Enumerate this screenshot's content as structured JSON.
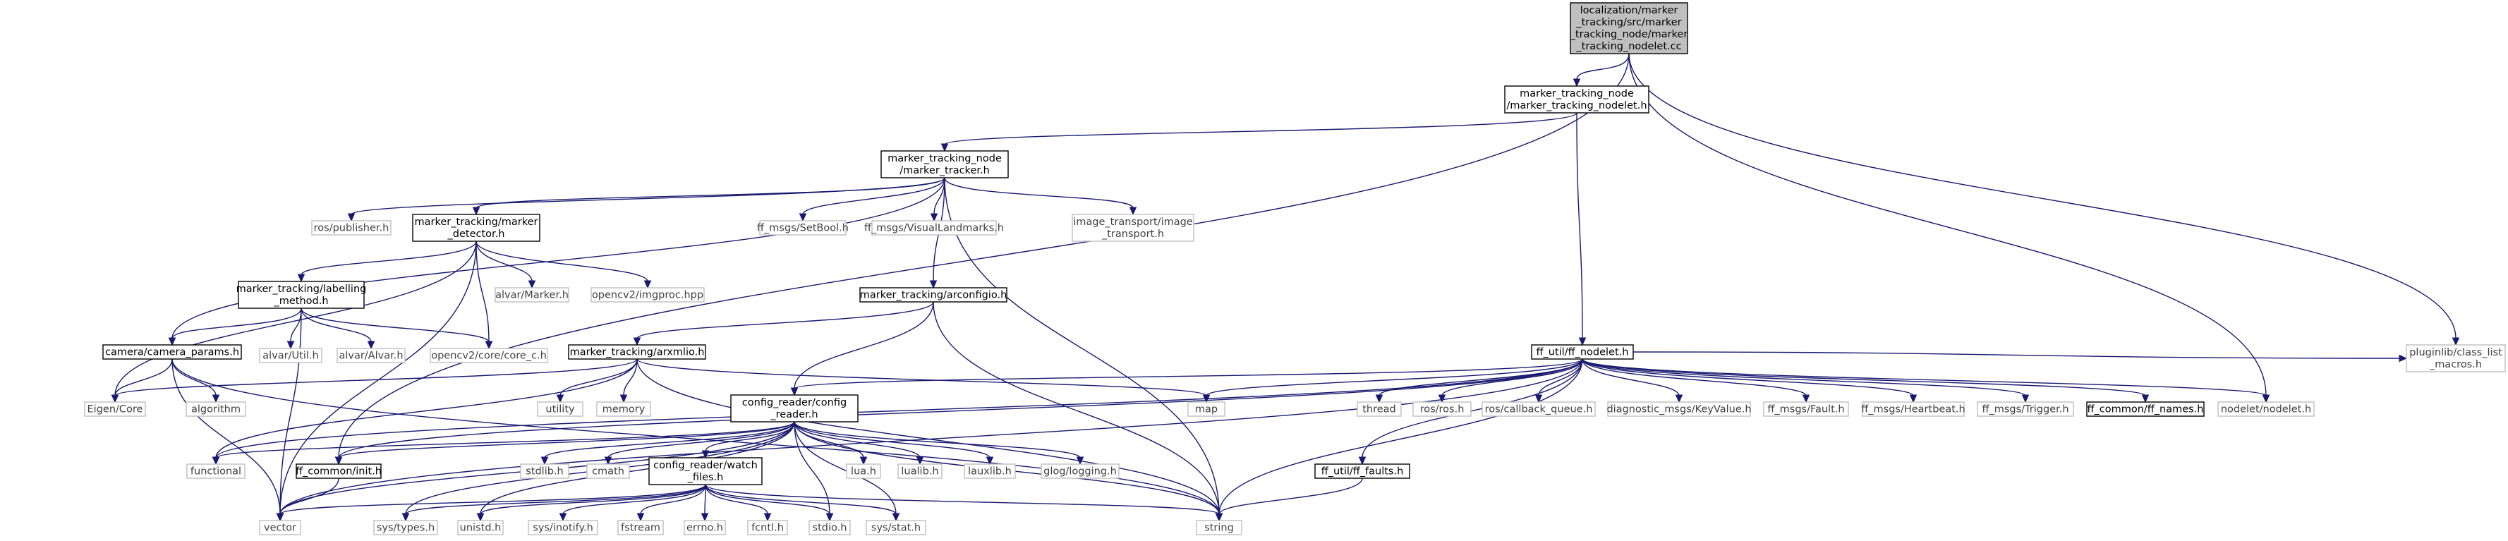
{
  "colors": {
    "edge": "#191970",
    "root_fill": "#bfbfbf",
    "file_border": "#000000",
    "external_border": "#bfbfbf",
    "external_text": "#404040",
    "file_text": "#000000"
  },
  "nodes": [
    {
      "id": "root",
      "lines": [
        "localization/marker",
        "_tracking/src/marker",
        "_tracking_node/marker",
        "_tracking_nodelet.cc"
      ],
      "kind": "root"
    },
    {
      "id": "nodelet_h",
      "lines": [
        "marker_tracking_node",
        "/marker_tracking_nodelet.h"
      ],
      "kind": "file"
    },
    {
      "id": "tracker_h",
      "lines": [
        "marker_tracking_node",
        "/marker_tracker.h"
      ],
      "kind": "file"
    },
    {
      "id": "ros_publisher",
      "lines": [
        "ros/publisher.h"
      ],
      "kind": "ext"
    },
    {
      "id": "detector_h",
      "lines": [
        "marker_tracking/marker",
        "_detector.h"
      ],
      "kind": "file"
    },
    {
      "id": "setbool",
      "lines": [
        "ff_msgs/SetBool.h"
      ],
      "kind": "ext"
    },
    {
      "id": "visuallandmarks",
      "lines": [
        "ff_msgs/VisualLandmarks.h"
      ],
      "kind": "ext"
    },
    {
      "id": "image_transport",
      "lines": [
        "image_transport/image",
        "_transport.h"
      ],
      "kind": "ext"
    },
    {
      "id": "labelling_h",
      "lines": [
        "marker_tracking/labelling",
        "_method.h"
      ],
      "kind": "file"
    },
    {
      "id": "alvar_marker",
      "lines": [
        "alvar/Marker.h"
      ],
      "kind": "ext"
    },
    {
      "id": "opencv_imgproc",
      "lines": [
        "opencv2/imgproc.hpp"
      ],
      "kind": "ext"
    },
    {
      "id": "arconfigio_h",
      "lines": [
        "marker_tracking/arconfigio.h"
      ],
      "kind": "file"
    },
    {
      "id": "alvar_util",
      "lines": [
        "alvar/Util.h"
      ],
      "kind": "ext"
    },
    {
      "id": "alvar_alvar",
      "lines": [
        "alvar/Alvar.h"
      ],
      "kind": "ext"
    },
    {
      "id": "camera_params",
      "lines": [
        "camera/camera_params.h"
      ],
      "kind": "file"
    },
    {
      "id": "opencv_core",
      "lines": [
        "opencv2/core/core_c.h"
      ],
      "kind": "ext"
    },
    {
      "id": "arxmlio_h",
      "lines": [
        "marker_tracking/arxmlio.h"
      ],
      "kind": "file"
    },
    {
      "id": "ff_nodelet_h",
      "lines": [
        "ff_util/ff_nodelet.h"
      ],
      "kind": "file"
    },
    {
      "id": "pluginlib",
      "lines": [
        "pluginlib/class_list",
        "_macros.h"
      ],
      "kind": "ext"
    },
    {
      "id": "eigen_core",
      "lines": [
        "Eigen/Core"
      ],
      "kind": "ext"
    },
    {
      "id": "algorithm",
      "lines": [
        "algorithm"
      ],
      "kind": "ext"
    },
    {
      "id": "utility",
      "lines": [
        "utility"
      ],
      "kind": "ext"
    },
    {
      "id": "memory",
      "lines": [
        "memory"
      ],
      "kind": "ext"
    },
    {
      "id": "config_reader_h",
      "lines": [
        "config_reader/config",
        "_reader.h"
      ],
      "kind": "file"
    },
    {
      "id": "map",
      "lines": [
        "map"
      ],
      "kind": "ext"
    },
    {
      "id": "thread",
      "lines": [
        "thread"
      ],
      "kind": "ext"
    },
    {
      "id": "ros_h",
      "lines": [
        "ros/ros.h"
      ],
      "kind": "ext"
    },
    {
      "id": "callback_queue",
      "lines": [
        "ros/callback_queue.h"
      ],
      "kind": "ext"
    },
    {
      "id": "keyvalue",
      "lines": [
        "diagnostic_msgs/KeyValue.h"
      ],
      "kind": "ext"
    },
    {
      "id": "fault_h",
      "lines": [
        "ff_msgs/Fault.h"
      ],
      "kind": "ext"
    },
    {
      "id": "heartbeat_h",
      "lines": [
        "ff_msgs/Heartbeat.h"
      ],
      "kind": "ext"
    },
    {
      "id": "trigger_h",
      "lines": [
        "ff_msgs/Trigger.h"
      ],
      "kind": "ext"
    },
    {
      "id": "ff_names_h",
      "lines": [
        "ff_common/ff_names.h"
      ],
      "kind": "file"
    },
    {
      "id": "nodelet_nodelet",
      "lines": [
        "nodelet/nodelet.h"
      ],
      "kind": "ext"
    },
    {
      "id": "functional",
      "lines": [
        "functional"
      ],
      "kind": "ext"
    },
    {
      "id": "ff_init_h",
      "lines": [
        "ff_common/init.h"
      ],
      "kind": "file"
    },
    {
      "id": "stdlib",
      "lines": [
        "stdlib.h"
      ],
      "kind": "ext"
    },
    {
      "id": "cmath",
      "lines": [
        "cmath"
      ],
      "kind": "ext"
    },
    {
      "id": "watch_files_h",
      "lines": [
        "config_reader/watch",
        "_files.h"
      ],
      "kind": "file"
    },
    {
      "id": "lua_h",
      "lines": [
        "lua.h"
      ],
      "kind": "ext"
    },
    {
      "id": "lualib_h",
      "lines": [
        "lualib.h"
      ],
      "kind": "ext"
    },
    {
      "id": "lauxlib_h",
      "lines": [
        "lauxlib.h"
      ],
      "kind": "ext"
    },
    {
      "id": "glog",
      "lines": [
        "glog/logging.h"
      ],
      "kind": "ext"
    },
    {
      "id": "ff_faults_h",
      "lines": [
        "ff_util/ff_faults.h"
      ],
      "kind": "file"
    },
    {
      "id": "vector",
      "lines": [
        "vector"
      ],
      "kind": "ext"
    },
    {
      "id": "sys_types",
      "lines": [
        "sys/types.h"
      ],
      "kind": "ext"
    },
    {
      "id": "unistd",
      "lines": [
        "unistd.h"
      ],
      "kind": "ext"
    },
    {
      "id": "sys_inotify",
      "lines": [
        "sys/inotify.h"
      ],
      "kind": "ext"
    },
    {
      "id": "fstream",
      "lines": [
        "fstream"
      ],
      "kind": "ext"
    },
    {
      "id": "errno_h",
      "lines": [
        "errno.h"
      ],
      "kind": "ext"
    },
    {
      "id": "fcntl_h",
      "lines": [
        "fcntl.h"
      ],
      "kind": "ext"
    },
    {
      "id": "stdio_h",
      "lines": [
        "stdio.h"
      ],
      "kind": "ext"
    },
    {
      "id": "sys_stat",
      "lines": [
        "sys/stat.h"
      ],
      "kind": "ext"
    },
    {
      "id": "string",
      "lines": [
        "string"
      ],
      "kind": "ext"
    }
  ],
  "edges": [
    [
      "root",
      "nodelet_h"
    ],
    [
      "root",
      "ff_init_h"
    ],
    [
      "root",
      "nodelet_nodelet"
    ],
    [
      "root",
      "pluginlib"
    ],
    [
      "nodelet_h",
      "tracker_h"
    ],
    [
      "nodelet_h",
      "ff_nodelet_h"
    ],
    [
      "tracker_h",
      "ros_publisher"
    ],
    [
      "tracker_h",
      "detector_h"
    ],
    [
      "tracker_h",
      "setbool"
    ],
    [
      "tracker_h",
      "visuallandmarks"
    ],
    [
      "tracker_h",
      "image_transport"
    ],
    [
      "tracker_h",
      "arconfigio_h"
    ],
    [
      "tracker_h",
      "camera_params"
    ],
    [
      "tracker_h",
      "string"
    ],
    [
      "detector_h",
      "labelling_h"
    ],
    [
      "detector_h",
      "alvar_marker"
    ],
    [
      "detector_h",
      "opencv_imgproc"
    ],
    [
      "detector_h",
      "opencv_core"
    ],
    [
      "detector_h",
      "eigen_core"
    ],
    [
      "detector_h",
      "vector"
    ],
    [
      "labelling_h",
      "alvar_util"
    ],
    [
      "labelling_h",
      "alvar_alvar"
    ],
    [
      "labelling_h",
      "camera_params"
    ],
    [
      "labelling_h",
      "opencv_core"
    ],
    [
      "labelling_h",
      "vector"
    ],
    [
      "camera_params",
      "eigen_core"
    ],
    [
      "camera_params",
      "algorithm"
    ],
    [
      "camera_params",
      "vector"
    ],
    [
      "camera_params",
      "string"
    ],
    [
      "arconfigio_h",
      "arxmlio_h"
    ],
    [
      "arconfigio_h",
      "config_reader_h"
    ],
    [
      "arconfigio_h",
      "string"
    ],
    [
      "arxmlio_h",
      "eigen_core"
    ],
    [
      "arxmlio_h",
      "utility"
    ],
    [
      "arxmlio_h",
      "memory"
    ],
    [
      "arxmlio_h",
      "map"
    ],
    [
      "arxmlio_h",
      "string"
    ],
    [
      "arxmlio_h",
      "functional"
    ],
    [
      "ff_nodelet_h",
      "config_reader_h"
    ],
    [
      "ff_nodelet_h",
      "map"
    ],
    [
      "ff_nodelet_h",
      "thread"
    ],
    [
      "ff_nodelet_h",
      "ros_h"
    ],
    [
      "ff_nodelet_h",
      "callback_queue"
    ],
    [
      "ff_nodelet_h",
      "keyvalue"
    ],
    [
      "ff_nodelet_h",
      "fault_h"
    ],
    [
      "ff_nodelet_h",
      "heartbeat_h"
    ],
    [
      "ff_nodelet_h",
      "trigger_h"
    ],
    [
      "ff_nodelet_h",
      "ff_names_h"
    ],
    [
      "ff_nodelet_h",
      "nodelet_nodelet"
    ],
    [
      "ff_nodelet_h",
      "pluginlib"
    ],
    [
      "ff_nodelet_h",
      "ff_faults_h"
    ],
    [
      "ff_nodelet_h",
      "functional"
    ],
    [
      "ff_nodelet_h",
      "vector"
    ],
    [
      "ff_nodelet_h",
      "string"
    ],
    [
      "ff_nodelet_h",
      "ff_init_h"
    ],
    [
      "config_reader_h",
      "functional"
    ],
    [
      "config_reader_h",
      "ff_init_h"
    ],
    [
      "config_reader_h",
      "stdlib"
    ],
    [
      "config_reader_h",
      "cmath"
    ],
    [
      "config_reader_h",
      "watch_files_h"
    ],
    [
      "config_reader_h",
      "lua_h"
    ],
    [
      "config_reader_h",
      "lualib_h"
    ],
    [
      "config_reader_h",
      "lauxlib_h"
    ],
    [
      "config_reader_h",
      "glog"
    ],
    [
      "config_reader_h",
      "vector"
    ],
    [
      "config_reader_h",
      "sys_types"
    ],
    [
      "config_reader_h",
      "unistd"
    ],
    [
      "config_reader_h",
      "stdio_h"
    ],
    [
      "config_reader_h",
      "sys_stat"
    ],
    [
      "config_reader_h",
      "string"
    ],
    [
      "ff_init_h",
      "vector"
    ],
    [
      "watch_files_h",
      "vector"
    ],
    [
      "watch_files_h",
      "sys_types"
    ],
    [
      "watch_files_h",
      "unistd"
    ],
    [
      "watch_files_h",
      "sys_inotify"
    ],
    [
      "watch_files_h",
      "fstream"
    ],
    [
      "watch_files_h",
      "errno_h"
    ],
    [
      "watch_files_h",
      "fcntl_h"
    ],
    [
      "watch_files_h",
      "stdio_h"
    ],
    [
      "watch_files_h",
      "sys_stat"
    ],
    [
      "watch_files_h",
      "string"
    ],
    [
      "ff_faults_h",
      "string"
    ]
  ]
}
